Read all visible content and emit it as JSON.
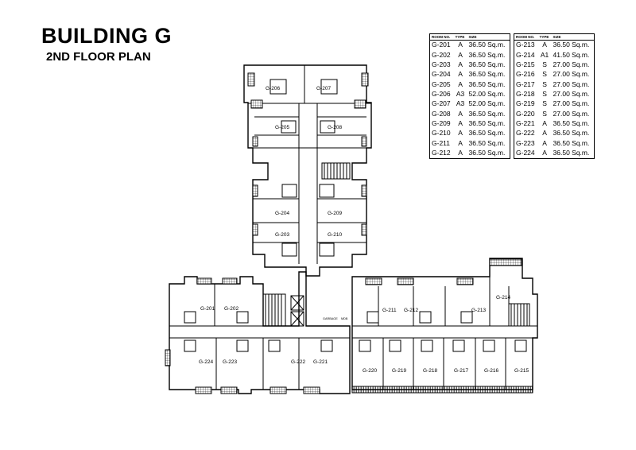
{
  "title": "BUILDING G",
  "subtitle": "2ND FLOOR PLAN",
  "legend": {
    "headers": [
      "ROOM NO.",
      "TYPE",
      "SIZE"
    ],
    "left": [
      {
        "room": "G-201",
        "type": "A",
        "size": "36.50 Sq.m."
      },
      {
        "room": "G-202",
        "type": "A",
        "size": "36.50 Sq.m."
      },
      {
        "room": "G-203",
        "type": "A",
        "size": "36.50 Sq.m."
      },
      {
        "room": "G-204",
        "type": "A",
        "size": "36.50 Sq.m."
      },
      {
        "room": "G-205",
        "type": "A",
        "size": "36.50 Sq.m."
      },
      {
        "room": "G-206",
        "type": "A3",
        "size": "52.00 Sq.m."
      },
      {
        "room": "G-207",
        "type": "A3",
        "size": "52.00 Sq.m."
      },
      {
        "room": "G-208",
        "type": "A",
        "size": "36.50 Sq.m."
      },
      {
        "room": "G-209",
        "type": "A",
        "size": "36.50 Sq.m."
      },
      {
        "room": "G-210",
        "type": "A",
        "size": "36.50 Sq.m."
      },
      {
        "room": "G-211",
        "type": "A",
        "size": "36.50 Sq.m."
      },
      {
        "room": "G-212",
        "type": "A",
        "size": "36.50 Sq.m."
      }
    ],
    "right": [
      {
        "room": "G-213",
        "type": "A",
        "size": "36.50 Sq.m."
      },
      {
        "room": "G-214",
        "type": "A1",
        "size": "41.50 Sq.m."
      },
      {
        "room": "G-215",
        "type": "S",
        "size": "27.00 Sq.m."
      },
      {
        "room": "G-216",
        "type": "S",
        "size": "27.00 Sq.m."
      },
      {
        "room": "G-217",
        "type": "S",
        "size": "27.00 Sq.m."
      },
      {
        "room": "G-218",
        "type": "S",
        "size": "27.00 Sq.m."
      },
      {
        "room": "G-219",
        "type": "S",
        "size": "27.00 Sq.m."
      },
      {
        "room": "G-220",
        "type": "S",
        "size": "27.00 Sq.m."
      },
      {
        "room": "G-221",
        "type": "A",
        "size": "36.50 Sq.m."
      },
      {
        "room": "G-222",
        "type": "A",
        "size": "36.50 Sq.m."
      },
      {
        "room": "G-223",
        "type": "A",
        "size": "36.50 Sq.m."
      },
      {
        "room": "G-224",
        "type": "A",
        "size": "36.50 Sq.m."
      }
    ]
  },
  "rooms": {
    "g206": "G-206",
    "g207": "G-207",
    "g205": "G-205",
    "g208": "G-208",
    "g204": "G-204",
    "g209": "G-209",
    "g203": "G-203",
    "g210": "G-210",
    "g201": "G-201",
    "g202": "G-202",
    "g224": "G-224",
    "g223": "G-223",
    "g222": "G-222",
    "g221": "G-221",
    "g211": "G-211",
    "g212": "G-212",
    "g213": "G-213",
    "g214": "G-214",
    "g220": "G-220",
    "g219": "G-219",
    "g218": "G-218",
    "g217": "G-217",
    "g216": "G-216",
    "g215": "G-215"
  },
  "service": {
    "garbage": "GARBAGE",
    "mdb": "MDB"
  }
}
